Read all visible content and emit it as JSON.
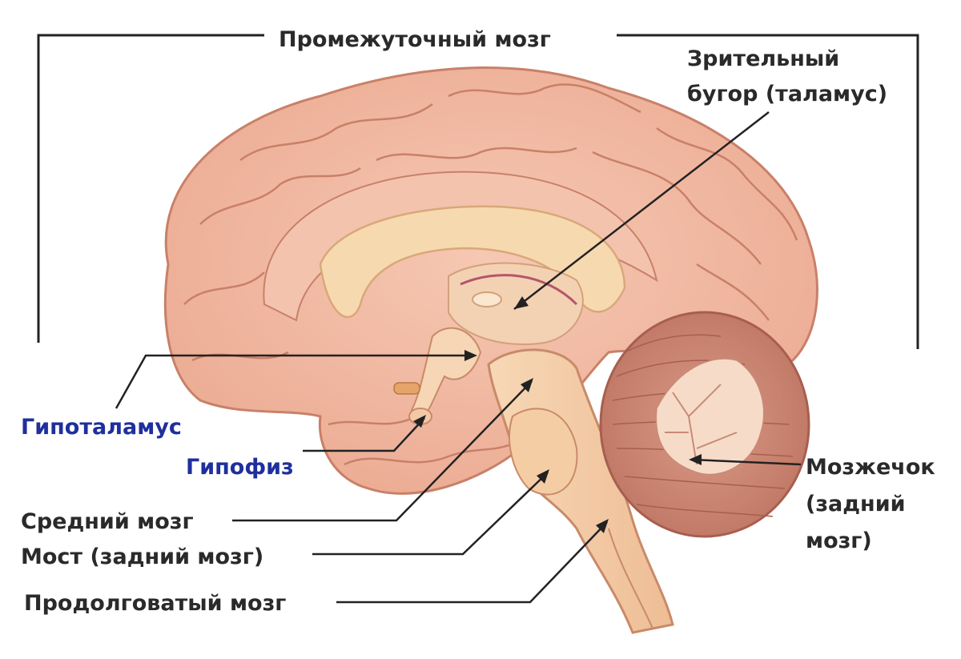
{
  "labels": {
    "diencephalon": "Промежуточный мозг",
    "thalamus_line1": "Зрительный",
    "thalamus_line2": "бугор (таламус)",
    "hypothalamus": "Гипоталамус",
    "pituitary": "Гипофиз",
    "midbrain": "Средний мозг",
    "pons": "Мост (задний мозг)",
    "medulla": "Продолговатый мозг",
    "cerebellum_line1": "Мозжечок",
    "cerebellum_line2": "(задний",
    "cerebellum_line3": "мозг)"
  },
  "colors": {
    "label_text": "#2a2a2a",
    "label_blue": "#1f2f9e",
    "cortex": "#f2b9a3",
    "cortex_dark": "#d98b72",
    "corpus": "#f7d9b0",
    "brainstem": "#f4cfa8",
    "cerebellum": "#cf8a78",
    "arbor": "#f6dcc8"
  }
}
